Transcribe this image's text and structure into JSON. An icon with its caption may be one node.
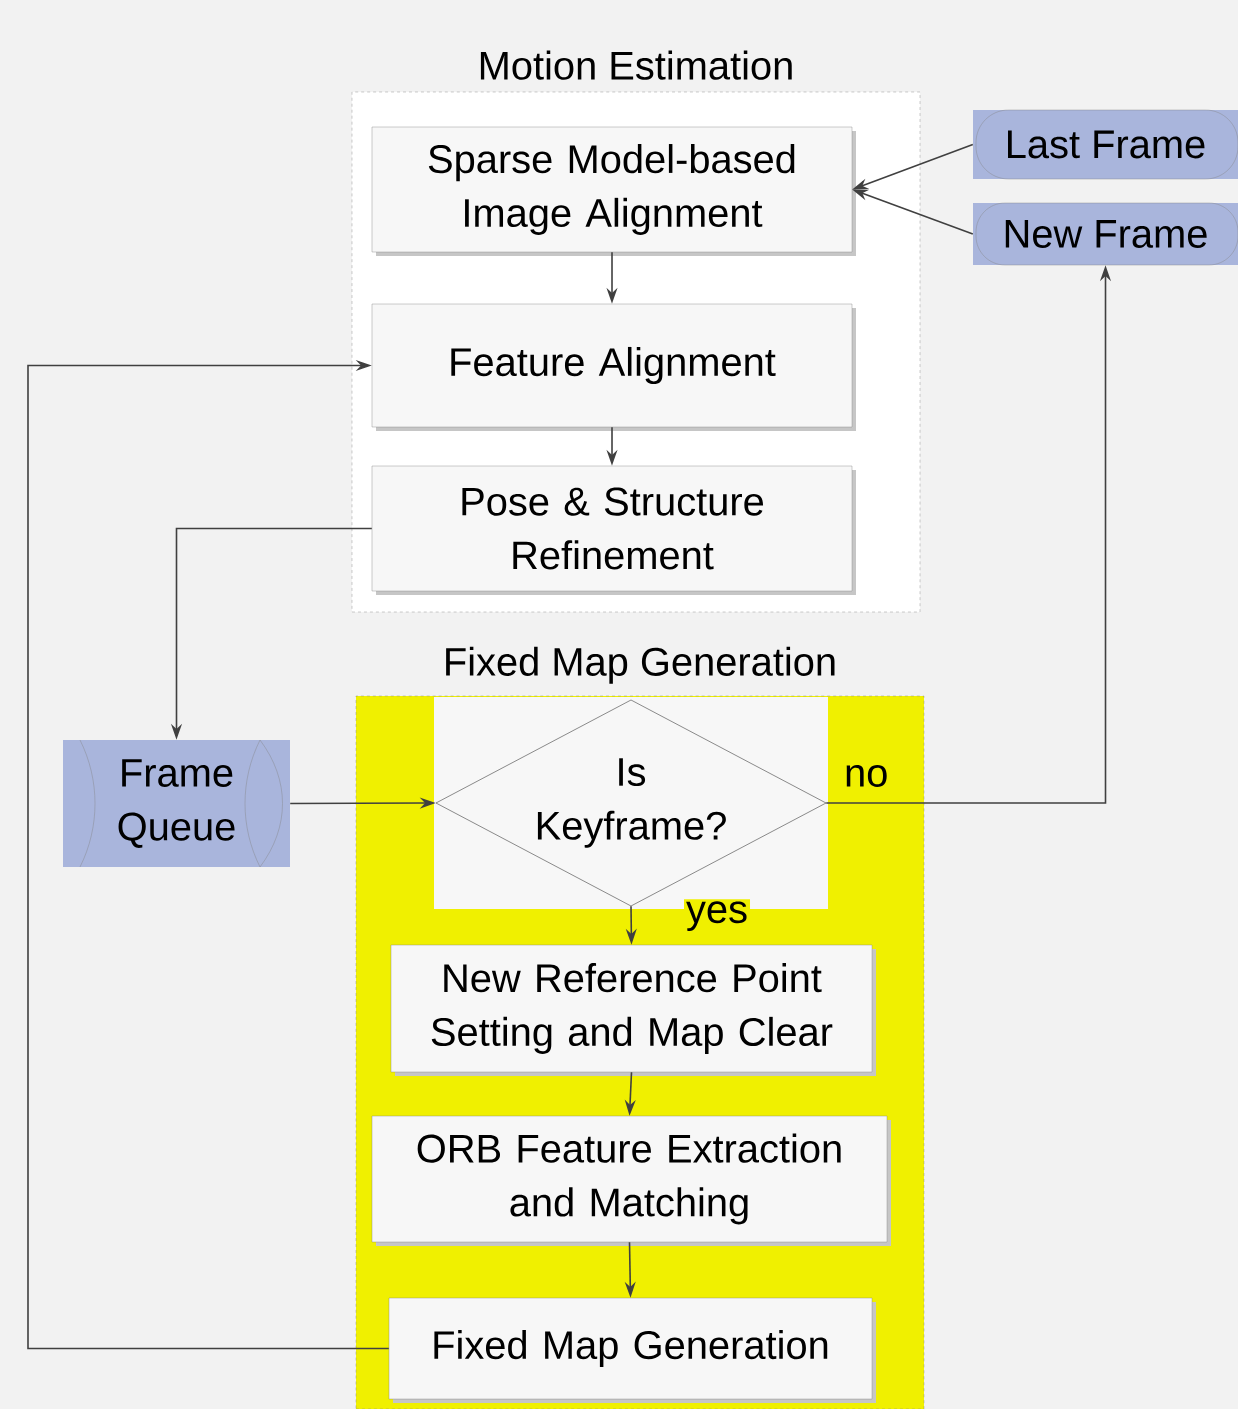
{
  "diagram": {
    "nodes": [
      {
        "text": [
          "Motion  Estimation"
        ]
      },
      {
        "text": [
          "Sparse Model-based Image Alignment"
        ],
        "in": 0
      },
      {
        "text": [
          "Feature Alignment"
        ],
        "in": 0
      },
      {
        "text": [
          "Pose & Structure Refinement"
        ],
        "in": 0
      },
      {
        "text": [
          "Last Frame"
        ]
      },
      {
        "text": [
          "New Frame"
        ]
      },
      {
        "text": [
          "Fixed Map Generation"
        ]
      },
      {
        "text": [
          "Frame Queue"
        ]
      },
      {
        "text": [
          "Is Keyframe?"
        ],
        "in": 6
      },
      {
        "text": [
          "New Reference Point Setting and Map Clear"
        ],
        "in": 6
      },
      {
        "text": [
          "ORB Feature Extraction and Matching"
        ],
        "in": 6
      },
      {
        "text": [
          "Fixed Map Generation"
        ],
        "in": 6
      }
    ],
    "edges": [
      {
        "from": 4,
        "to": 1,
        "arrow": "to"
      },
      {
        "from": 5,
        "to": 1,
        "arrow": "to"
      },
      {
        "from": 1,
        "to": 2,
        "arrow": "to"
      },
      {
        "from": 2,
        "to": 3,
        "arrow": "to"
      },
      {
        "from": 3,
        "to": 7,
        "arrow": "to"
      },
      {
        "from": 7,
        "to": 8,
        "arrow": "to"
      },
      {
        "from": 8,
        "to": 5,
        "arrow": "to",
        "label": "no"
      },
      {
        "from": 8,
        "to": 9,
        "arrow": "to",
        "label": "yes"
      },
      {
        "from": 9,
        "to": 10,
        "arrow": "to"
      },
      {
        "from": 10,
        "to": 11,
        "arrow": "to"
      },
      {
        "from": 11,
        "to": 2,
        "arrow": "to"
      }
    ]
  }
}
